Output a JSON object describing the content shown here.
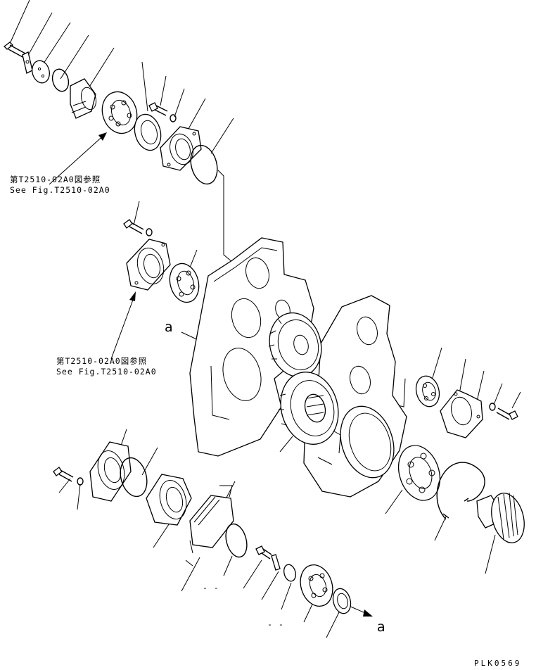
{
  "diagram": {
    "callout_top": {
      "ja": "第T2510-02A0図参照",
      "en": "See Fig.T2510-02A0"
    },
    "callout_middle": {
      "ja": "第T2510-02A0図参照",
      "en": "See Fig.T2510-02A0"
    },
    "view_marker_left": "a",
    "view_marker_right": "a",
    "dash_mark_1": "- -",
    "dash_mark_2": "- -",
    "drawing_code": "PLK0569"
  },
  "colors": {
    "ink": "#000000",
    "paper": "#ffffff"
  }
}
